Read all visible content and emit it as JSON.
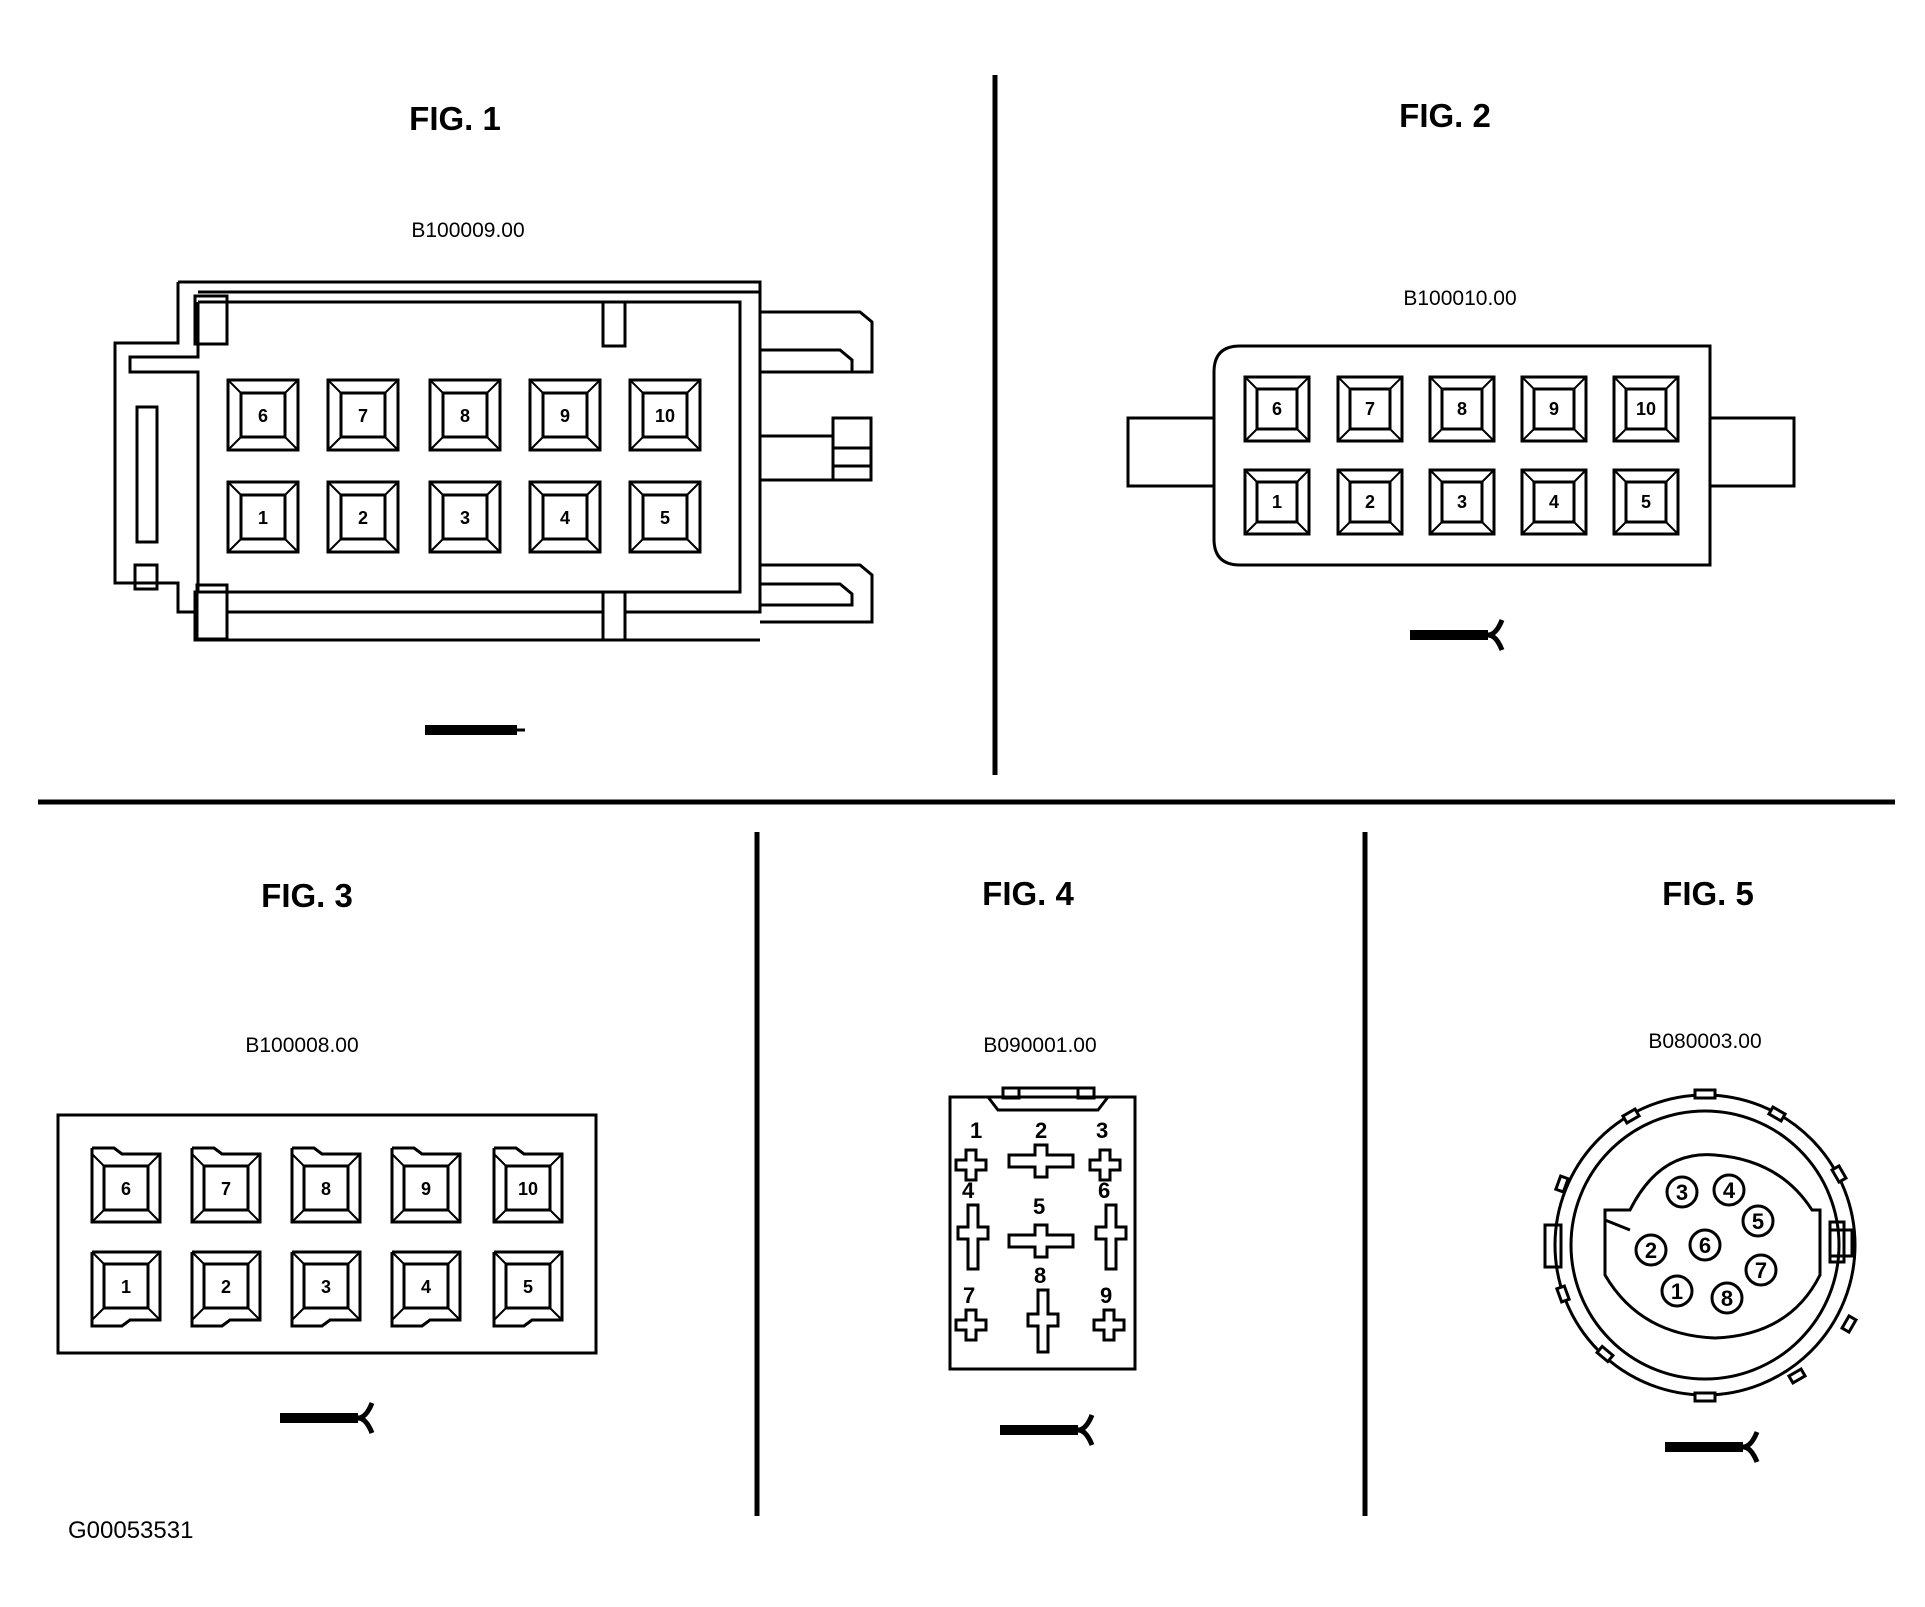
{
  "figures": {
    "fig1": {
      "title": "FIG. 1",
      "code": "B100009.00",
      "top_pins": [
        "6",
        "7",
        "8",
        "9",
        "10"
      ],
      "bottom_pins": [
        "1",
        "2",
        "3",
        "4",
        "5"
      ]
    },
    "fig2": {
      "title": "FIG. 2",
      "code": "B100010.00",
      "top_pins": [
        "6",
        "7",
        "8",
        "9",
        "10"
      ],
      "bottom_pins": [
        "1",
        "2",
        "3",
        "4",
        "5"
      ]
    },
    "fig3": {
      "title": "FIG. 3",
      "code": "B100008.00",
      "top_pins": [
        "6",
        "7",
        "8",
        "9",
        "10"
      ],
      "bottom_pins": [
        "1",
        "2",
        "3",
        "4",
        "5"
      ]
    },
    "fig4": {
      "title": "FIG. 4",
      "code": "B090001.00",
      "pins": [
        "1",
        "2",
        "3",
        "4",
        "5",
        "6",
        "7",
        "8",
        "9"
      ]
    },
    "fig5": {
      "title": "FIG. 5",
      "code": "B080003.00",
      "pins": [
        "1",
        "2",
        "3",
        "4",
        "5",
        "6",
        "7",
        "8"
      ]
    }
  },
  "reference_code": "G00053531",
  "colors": {
    "ink": "#000000",
    "paper": "#ffffff"
  }
}
